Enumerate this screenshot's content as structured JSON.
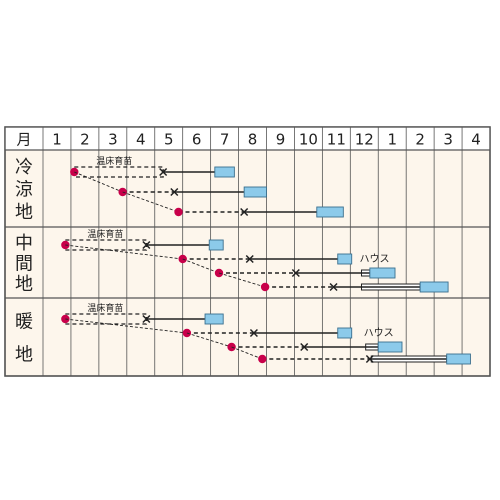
{
  "header": {
    "corner_label": "月",
    "months": [
      "1",
      "2",
      "3",
      "4",
      "5",
      "6",
      "7",
      "8",
      "9",
      "10",
      "11",
      "12",
      "1",
      "2",
      "3",
      "4"
    ]
  },
  "colors": {
    "background": "#fdf6ec",
    "grid": "#555555",
    "sow_dot": "#c8004a",
    "harvest_fill": "#8ccaea",
    "harvest_stroke": "#3a6f8e",
    "line": "#222222"
  },
  "regions": [
    {
      "label": "冷涼地",
      "nursery_label": "温床育苗",
      "rows": [
        {
          "sow": 1.12,
          "nursery_end": 4.3,
          "plant": 4.3,
          "harvest_start": 6.15,
          "harvest_end": 6.85,
          "nursery": true
        },
        {
          "sow": 2.85,
          "plant": 4.7,
          "harvest_start": 7.2,
          "harvest_end": 8.0
        },
        {
          "sow": 4.85,
          "plant": 7.2,
          "harvest_start": 9.8,
          "harvest_end": 10.75
        }
      ]
    },
    {
      "label": "中間地",
      "nursery_label": "温床育苗",
      "house_label": "ハウス",
      "rows": [
        {
          "sow": 0.8,
          "nursery_end": 3.7,
          "plant": 3.7,
          "harvest_start": 5.95,
          "harvest_end": 6.45,
          "nursery": true
        },
        {
          "sow": 5.0,
          "plant": 7.4,
          "harvest_start": 10.55,
          "harvest_end": 11.05
        },
        {
          "sow": 6.3,
          "plant": 9.05,
          "harvest_start": 11.7,
          "harvest_end": 12.6,
          "house_start": 11.4
        },
        {
          "sow": 7.95,
          "plant": 10.4,
          "harvest_start": 13.5,
          "harvest_end": 14.5,
          "house_start": 11.4
        }
      ]
    },
    {
      "label": "暖地",
      "nursery_label": "温床育苗",
      "house_label": "ハウス",
      "rows": [
        {
          "sow": 0.8,
          "nursery_end": 3.7,
          "plant": 3.7,
          "harvest_start": 5.8,
          "harvest_end": 6.45,
          "nursery": true
        },
        {
          "sow": 5.15,
          "plant": 7.55,
          "harvest_start": 10.55,
          "harvest_end": 11.05
        },
        {
          "sow": 6.75,
          "plant": 9.35,
          "harvest_start": 12.0,
          "harvest_end": 12.85,
          "house_start": 11.55
        },
        {
          "sow": 7.85,
          "plant": 11.7,
          "harvest_start": 14.45,
          "harvest_end": 15.3,
          "house_start": 11.75
        }
      ]
    }
  ]
}
